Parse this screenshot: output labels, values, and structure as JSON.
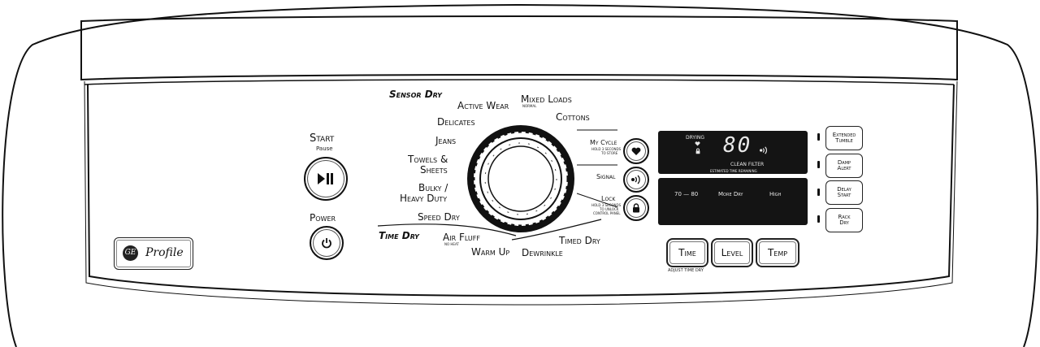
{
  "start": {
    "label": "Start",
    "sublabel": "Pause"
  },
  "power": {
    "label": "Power"
  },
  "logo": {
    "brand": "GE",
    "model": "Profile"
  },
  "dial": {
    "sensor_dry_label": "Sensor Dry",
    "time_dry_label": "Time Dry",
    "cycles": {
      "active_wear": "Active Wear",
      "mixed_loads": "Mixed Loads",
      "mixed_loads_sub": "NORMAL",
      "cottons": "Cottons",
      "delicates": "Delicates",
      "jeans": "Jeans",
      "towels_line1": "Towels &",
      "towels_line2": "Sheets",
      "bulky_line1": "Bulky /",
      "bulky_line2": "Heavy Duty",
      "speed_dry": "Speed Dry",
      "air_fluff": "Air Fluff",
      "air_fluff_sub": "NO HEAT",
      "warm_up": "Warm Up",
      "dewrinkle": "Dewrinkle",
      "timed_dry": "Timed Dry"
    }
  },
  "options": {
    "my_cycle": "My Cycle",
    "my_cycle_sub1": "HOLD 3 SECONDS",
    "my_cycle_sub2": "TO STORE",
    "signal": "Signal",
    "lock": "Lock",
    "lock_sub1": "HOLD 3 SECONDS",
    "lock_sub2": "TO UNLOCK",
    "lock_sub3": "CONTROL PANEL"
  },
  "display": {
    "drying": "DRYING",
    "digits": "80",
    "clean_filter": "CLEAN FILTER",
    "est_time": "ESTIMATED TIME REMAINING",
    "time_range": "70 — 80",
    "level": "More Dry",
    "temp": "High"
  },
  "side_buttons": {
    "extended_tumble_1": "Extended",
    "extended_tumble_2": "Tumble",
    "damp_alert_1": "Damp",
    "damp_alert_2": "Alert",
    "delay_start_1": "Delay",
    "delay_start_2": "Start",
    "rack_dry_1": "Rack",
    "rack_dry_2": "Dry"
  },
  "bottom_buttons": {
    "time": "Time",
    "level": "Level",
    "temp": "Temp",
    "adjust_time_dry": "ADJUST TIME DRY"
  }
}
